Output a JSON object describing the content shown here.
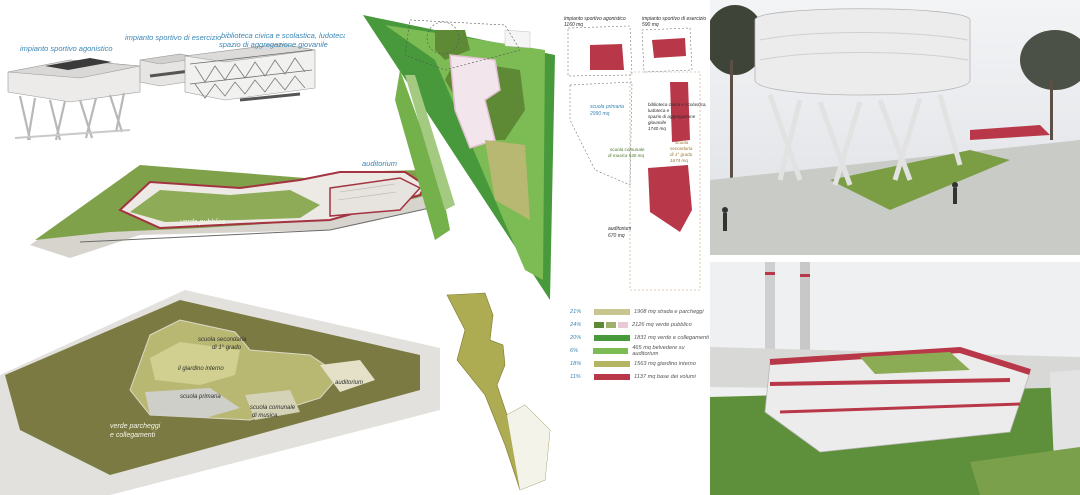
{
  "axon_top": {
    "labels": {
      "agonistico": "impianto sportivo agonistico",
      "esercizio": "impianto sportivo di esercizio",
      "biblioteca_1": "biblioteca civica e scolastica, ludoteca",
      "biblioteca_2": "spazio di aggregazione giovanile"
    }
  },
  "axon_mid": {
    "labels": {
      "auditorium": "auditorium",
      "verde": "verde pubblico"
    }
  },
  "axon_bottom": {
    "labels": {
      "sec_1": "scuola secondaria",
      "sec_2": "di 1° grado",
      "giardino": "il giardino interno",
      "auditorium": "auditorium",
      "primaria": "scuola primaria",
      "comunale_1": "scuola comunale",
      "comunale_2": "di musica",
      "verde_1": "verde parcheggi",
      "verde_2": "e collegamenti"
    }
  },
  "functions": {
    "agonistico": {
      "name": "impianto sportivo agonistico",
      "area": "1160 mq"
    },
    "esercizio": {
      "name": "impianto sportivo di esercizio",
      "area": "590 mq"
    },
    "primaria": {
      "name": "scuola primaria",
      "area": "2990 mq"
    },
    "biblioteca": {
      "l1": "biblioteca civica e scolastica,",
      "l2": "ludoteca e",
      "l3": "spazio di aggregazione",
      "l4": "giovanile",
      "area": "1740 mq"
    },
    "secondaria": {
      "l1": "scuola",
      "l2": "secondaria",
      "l3": "di 1° grado",
      "area": "1674 mq"
    },
    "musica": {
      "l1": "scuola comunale",
      "l2": "di musica 540 mq"
    },
    "auditorium": {
      "name": "auditorium",
      "area": "670 mq"
    }
  },
  "legend": [
    {
      "pct": "21%",
      "text": "1908 mq strada e parcheggi",
      "colors": [
        "#c9c591"
      ]
    },
    {
      "pct": "24%",
      "text": "2126 mq verde pubblico",
      "colors": [
        "#5e8a36",
        "#9eb16a",
        "#e8c9d4"
      ]
    },
    {
      "pct": "20%",
      "text": "1831 mq verde e collegamenti",
      "colors": [
        "#47993c"
      ]
    },
    {
      "pct": "6%",
      "text": "465 mq belvedere su auditorium",
      "colors": [
        "#7dbb54"
      ]
    },
    {
      "pct": "18%",
      "text": "1563 mq giardino interno",
      "colors": [
        "#b3b562"
      ]
    },
    {
      "pct": "11%",
      "text": "1137 mq base dei volumi",
      "colors": [
        "#b83748"
      ]
    }
  ],
  "colors": {
    "green_dark": "#47993c",
    "green_mid": "#5e8a36",
    "green_light": "#7dbb54",
    "olive": "#b3b562",
    "khaki": "#c9c591",
    "red": "#b83748",
    "blue_text": "#3a86b4"
  }
}
